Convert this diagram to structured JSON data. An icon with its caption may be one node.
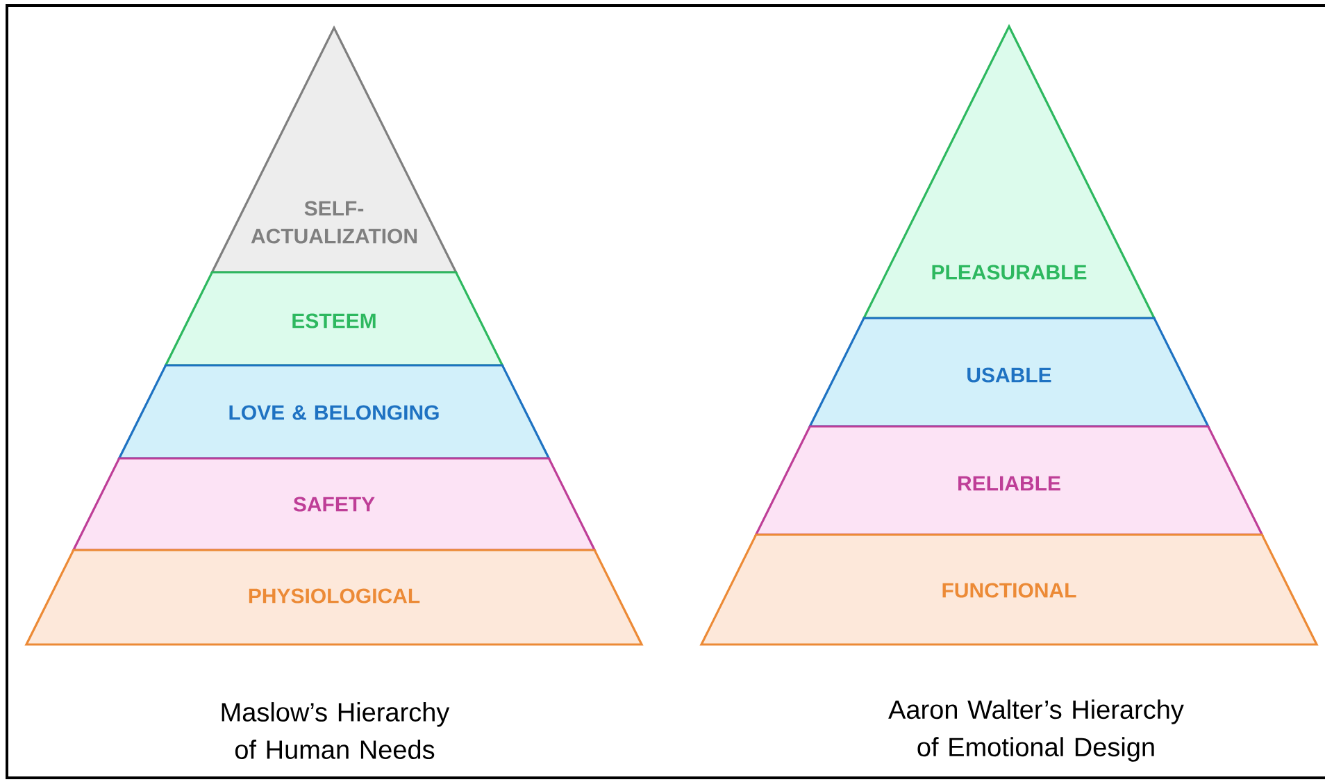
{
  "diagram": {
    "nodes": [
      {
        "text": [
          "SELF- ACTUALIZATION"
        ]
      },
      {
        "text": [
          "ESTEEM"
        ]
      },
      {
        "text": [
          "LOVE & BELONGING"
        ]
      },
      {
        "text": [
          "SAFETY"
        ]
      },
      {
        "text": [
          "PHYSIOLOGICAL"
        ]
      },
      {
        "text": [
          "PLEASURABLE"
        ]
      },
      {
        "text": [
          "USABLE"
        ]
      },
      {
        "text": [
          "RELIABLE"
        ]
      },
      {
        "text": [
          "FUNCTIONAL"
        ]
      }
    ],
    "labels": [
      "Maslow’s Hierarchy of Human Needs",
      "Aaron Walter’s Hierarchy of Emotional Design"
    ]
  }
}
